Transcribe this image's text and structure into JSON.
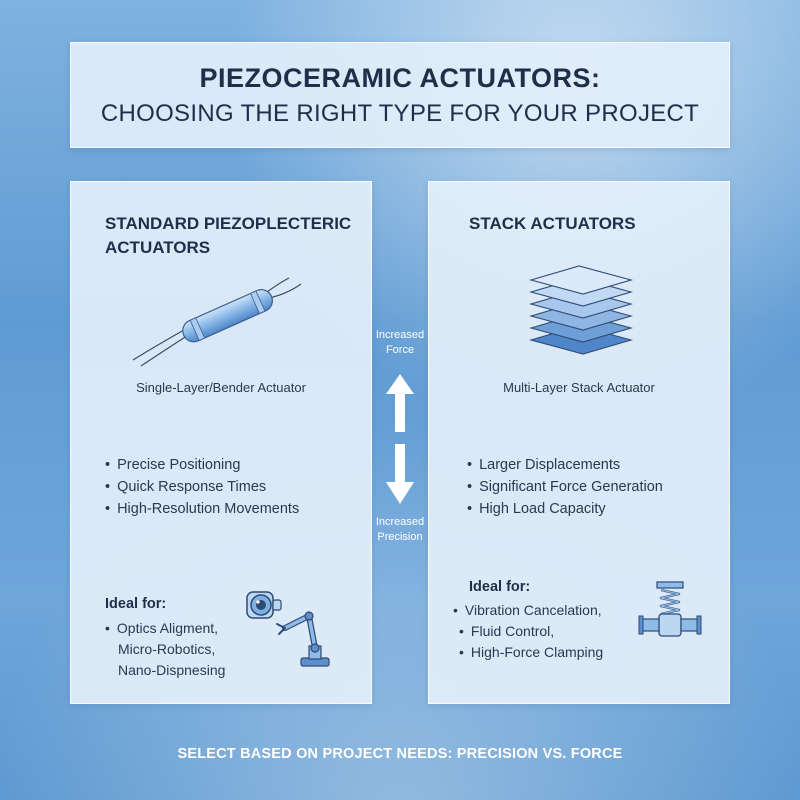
{
  "title": {
    "line1": "PIEZOCERAMIC ACTUATORS:",
    "line2": "CHOOSING THE RIGHT TYPE FOR YOUR PROJECT"
  },
  "left_panel": {
    "title": "STANDARD PIEZOPLECTERIC ACTUATORS",
    "caption": "Single-Layer/Bender Actuator",
    "bullets": [
      "Precise Positioning",
      "Quick Response Times",
      "High-Resolution Movements"
    ],
    "ideal_title": "Ideal for:",
    "ideal_items": [
      "Optics Aligment,",
      "Micro-Robotics,",
      "Nano-Dispnesing"
    ],
    "icons": [
      "piezo-bender-icon",
      "optics-lens-icon",
      "robotic-arm-icon"
    ]
  },
  "right_panel": {
    "title": "STACK ACTUATORS",
    "caption": "Multi-Layer Stack Actuator",
    "bullets": [
      "Larger Displacements",
      "Significant Force Generation",
      "High Load Capacity"
    ],
    "ideal_title": "Ideal for:",
    "ideal_items": [
      "Vibration Cancelation,",
      "Fluid Control,",
      "High-Force Clamping"
    ],
    "icons": [
      "layer-stack-icon",
      "spring-clamp-icon"
    ]
  },
  "middle": {
    "top_label": "Increased Force",
    "bottom_label": "Increased Precision",
    "icons": [
      "arrow-up-icon",
      "arrow-down-icon"
    ]
  },
  "footer": "SELECT BASED ON PROJECT NEEDS: PRECISION VS. FORCE",
  "colors": {
    "background": "#6ea6da",
    "panel": "#e4effa",
    "text": "#1f2f4a",
    "accent_blue": "#4f86c9",
    "arrow": "#ffffff"
  }
}
